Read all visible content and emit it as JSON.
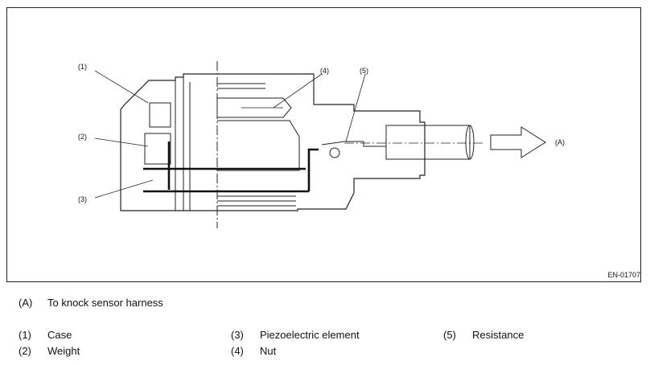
{
  "figure": {
    "id": "EN-01707",
    "callouts": [
      "(1)",
      "(2)",
      "(3)",
      "(4)",
      "(5)",
      "(A)"
    ]
  },
  "legend": {
    "arrow": {
      "code": "(A)",
      "text": "To knock sensor harness"
    },
    "items": [
      {
        "code": "(1)",
        "text": "Case"
      },
      {
        "code": "(2)",
        "text": "Weight"
      },
      {
        "code": "(3)",
        "text": "Piezoelectric element"
      },
      {
        "code": "(4)",
        "text": "Nut"
      },
      {
        "code": "(5)",
        "text": "Resistance"
      }
    ]
  }
}
